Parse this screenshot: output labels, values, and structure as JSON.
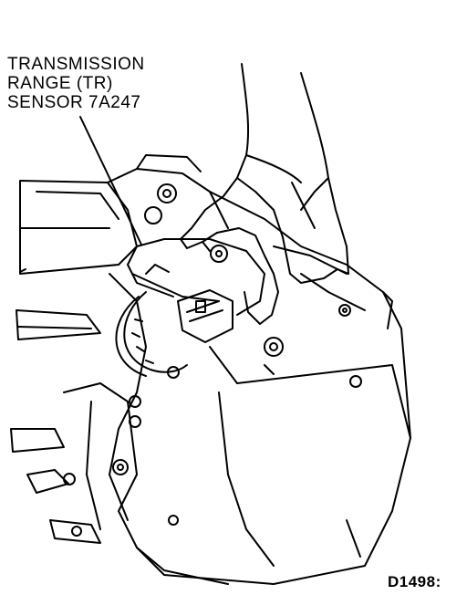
{
  "callout": {
    "line1": "TRANSMISSION",
    "line2": "RANGE (TR)",
    "line3": "SENSOR 7A247"
  },
  "figure_id": "D1498:",
  "colors": {
    "ink": "#000000",
    "paper": "#ffffff"
  },
  "icons": [
    "hand-illustration",
    "transmission-case-illustration",
    "tr-sensor-illustration"
  ]
}
